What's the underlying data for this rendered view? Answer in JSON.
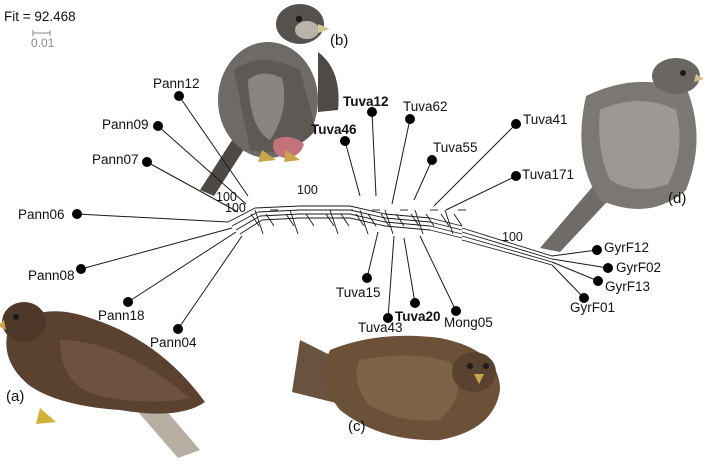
{
  "fit": {
    "label": "Fit = 92.468"
  },
  "scale_bar": {
    "label": "0.01"
  },
  "photos": [
    {
      "id": "a",
      "letter": "(a)",
      "subject": "dark brown falcon, side view"
    },
    {
      "id": "b",
      "letter": "(b)",
      "subject": "grey falcon on perch"
    },
    {
      "id": "c",
      "letter": "(c)",
      "subject": "brown falcon crouching"
    },
    {
      "id": "d",
      "letter": "(d)",
      "subject": "grey mottled falcon, back view"
    }
  ],
  "support_values": [
    "100",
    "100",
    "100",
    "100"
  ],
  "taxa": [
    {
      "id": "pann12",
      "label": "Pann12",
      "bold": false
    },
    {
      "id": "pann09",
      "label": "Pann09",
      "bold": false
    },
    {
      "id": "pann07",
      "label": "Pann07",
      "bold": false
    },
    {
      "id": "pann06",
      "label": "Pann06",
      "bold": false
    },
    {
      "id": "pann08",
      "label": "Pann08",
      "bold": false
    },
    {
      "id": "pann18",
      "label": "Pann18",
      "bold": false
    },
    {
      "id": "pann04",
      "label": "Pann04",
      "bold": false
    },
    {
      "id": "tuva46",
      "label": "Tuva46",
      "bold": true
    },
    {
      "id": "tuva12",
      "label": "Tuva12",
      "bold": true
    },
    {
      "id": "tuva62",
      "label": "Tuva62",
      "bold": false
    },
    {
      "id": "tuva55",
      "label": "Tuva55",
      "bold": false
    },
    {
      "id": "tuva41",
      "label": "Tuva41",
      "bold": false
    },
    {
      "id": "tuva171",
      "label": "Tuva171",
      "bold": false
    },
    {
      "id": "tuva15",
      "label": "Tuva15",
      "bold": false
    },
    {
      "id": "tuva43",
      "label": "Tuva43",
      "bold": false
    },
    {
      "id": "tuva20",
      "label": "Tuva20",
      "bold": true
    },
    {
      "id": "mong05",
      "label": "Mong05",
      "bold": false
    },
    {
      "id": "gyrf12",
      "label": "GyrF12",
      "bold": false
    },
    {
      "id": "gyrf02",
      "label": "GyrF02",
      "bold": false
    },
    {
      "id": "gyrf13",
      "label": "GyrF13",
      "bold": false
    },
    {
      "id": "gyrf01",
      "label": "GyrF01",
      "bold": false
    }
  ],
  "colors": {
    "edge": "#1a1a1a",
    "node": "#000000",
    "scale_bar": "#8a8a8a",
    "falcon_brown": "#5b4130",
    "falcon_grey": "#6e6a66"
  }
}
